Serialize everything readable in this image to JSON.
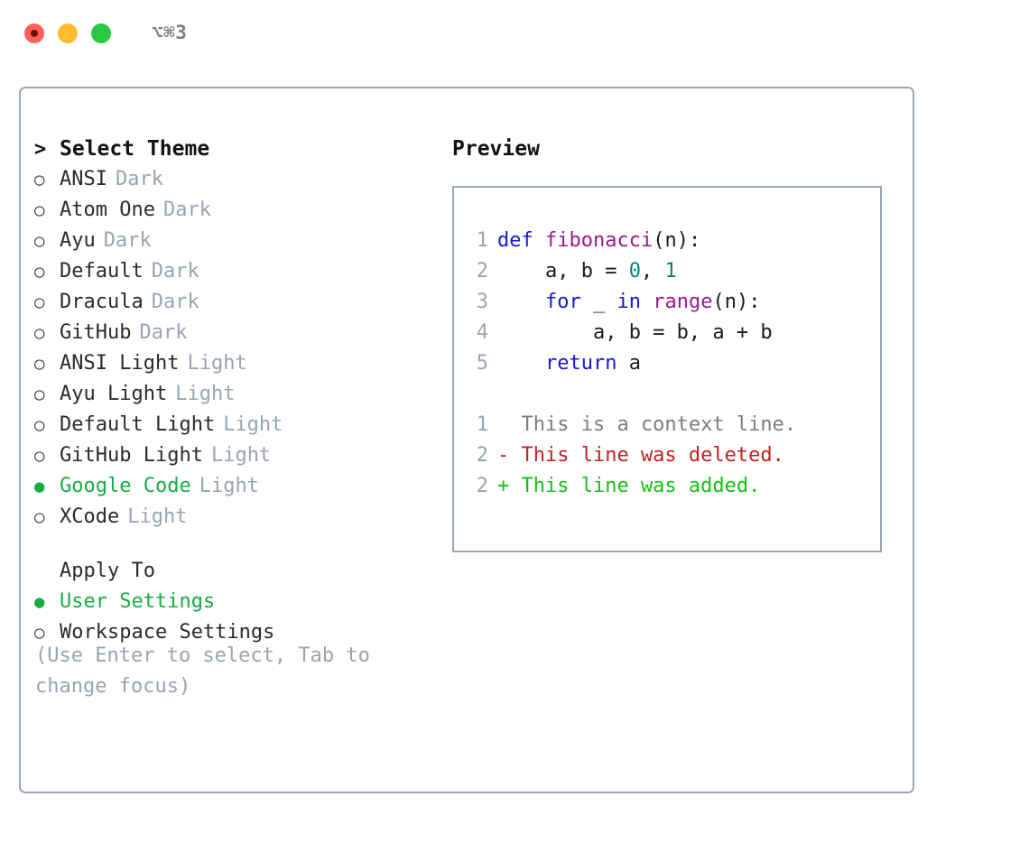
{
  "titlebar": {
    "shortcut": "⌥⌘3",
    "buttons": [
      {
        "name": "close",
        "color": "#ff5f57"
      },
      {
        "name": "minimize",
        "color": "#febc2e"
      },
      {
        "name": "maximize",
        "color": "#28c840"
      }
    ]
  },
  "theme_picker": {
    "heading": "Select Theme",
    "heading_marker": ">",
    "marker_unselected": "○",
    "marker_selected": "●",
    "items": [
      {
        "name": "ANSI",
        "kind": "Dark",
        "selected": false
      },
      {
        "name": "Atom One",
        "kind": "Dark",
        "selected": false
      },
      {
        "name": "Ayu",
        "kind": "Dark",
        "selected": false
      },
      {
        "name": "Default",
        "kind": "Dark",
        "selected": false
      },
      {
        "name": "Dracula",
        "kind": "Dark",
        "selected": false
      },
      {
        "name": "GitHub",
        "kind": "Dark",
        "selected": false
      },
      {
        "name": "ANSI Light",
        "kind": "Light",
        "selected": false
      },
      {
        "name": "Ayu Light",
        "kind": "Light",
        "selected": false
      },
      {
        "name": "Default Light",
        "kind": "Light",
        "selected": false
      },
      {
        "name": "GitHub Light",
        "kind": "Light",
        "selected": false
      },
      {
        "name": "Google Code",
        "kind": "Light",
        "selected": true
      },
      {
        "name": "XCode",
        "kind": "Light",
        "selected": false
      }
    ]
  },
  "apply_to": {
    "heading": "Apply To",
    "items": [
      {
        "name": "User Settings",
        "selected": true
      },
      {
        "name": "Workspace Settings",
        "selected": false
      }
    ]
  },
  "hint": "(Use Enter to select, Tab to change focus)",
  "preview": {
    "label": "Preview",
    "code_lines": [
      {
        "number": "1",
        "tokens": [
          {
            "text": "def ",
            "style": "tok-kw"
          },
          {
            "text": "fibonacci",
            "style": "tok-fn"
          },
          {
            "text": "(n):",
            "style": "tok-pl"
          }
        ]
      },
      {
        "number": "2",
        "tokens": [
          {
            "text": "    a, b = ",
            "style": "tok-pl"
          },
          {
            "text": "0",
            "style": "tok-num"
          },
          {
            "text": ", ",
            "style": "tok-pl"
          },
          {
            "text": "1",
            "style": "tok-num"
          }
        ]
      },
      {
        "number": "3",
        "tokens": [
          {
            "text": "    ",
            "style": "tok-pl"
          },
          {
            "text": "for",
            "style": "tok-kw"
          },
          {
            "text": " _ ",
            "style": "tok-pl"
          },
          {
            "text": "in",
            "style": "tok-kw"
          },
          {
            "text": " ",
            "style": "tok-pl"
          },
          {
            "text": "range",
            "style": "tok-fn"
          },
          {
            "text": "(n):",
            "style": "tok-pl"
          }
        ]
      },
      {
        "number": "4",
        "tokens": [
          {
            "text": "        a, b = b, a + b",
            "style": "tok-pl"
          }
        ]
      },
      {
        "number": "5",
        "tokens": [
          {
            "text": "    ",
            "style": "tok-pl"
          },
          {
            "text": "return",
            "style": "tok-kw"
          },
          {
            "text": " a",
            "style": "tok-pl"
          }
        ]
      }
    ],
    "diff_lines": [
      {
        "number": "1",
        "text": "  This is a context line.",
        "style": "tok-ctx"
      },
      {
        "number": "2",
        "text": "- This line was deleted.",
        "style": "tok-del"
      },
      {
        "number": "2",
        "text": "+ This line was added.",
        "style": "tok-add"
      }
    ]
  },
  "colors": {
    "accent_green": "#1aab45",
    "muted": "#9aa3b2",
    "border": "#9aa5b5",
    "keyword": "#1818cf",
    "function": "#9c1a8c",
    "number": "#0b7d76",
    "diff_added": "#15c015",
    "diff_deleted": "#c42020"
  }
}
